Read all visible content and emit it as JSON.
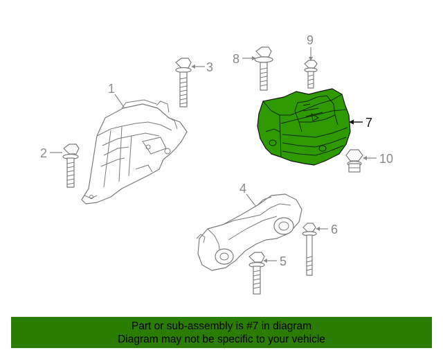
{
  "callouts": {
    "c1": "1",
    "c2": "2",
    "c3": "3",
    "c4": "4",
    "c5": "5",
    "c6": "6",
    "c7": "7",
    "c8": "8",
    "c9": "9",
    "c10": "10"
  },
  "highlight_color": "#2f9a00",
  "banner": {
    "line1": "Part or sub-assembly is #7 in diagram",
    "line2": "Diagram may not be specific to your vehicle",
    "background": "#2a7d00"
  }
}
